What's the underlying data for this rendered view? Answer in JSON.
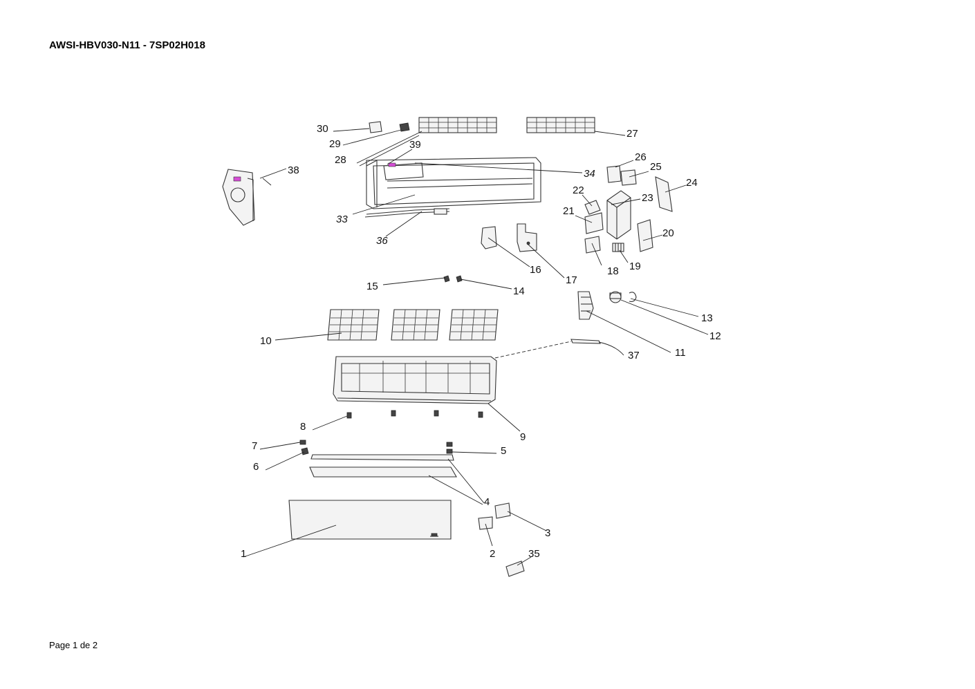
{
  "header": {
    "title": "AWSI-HBV030-N11 - 7SP02H018"
  },
  "footer": {
    "page_text": "Page 1 de 2"
  },
  "callouts": {
    "c1": "1",
    "c2": "2",
    "c3": "3",
    "c4": "4",
    "c5": "5",
    "c6": "6",
    "c7": "7",
    "c8": "8",
    "c9": "9",
    "c10": "10",
    "c11": "11",
    "c12": "12",
    "c13": "13",
    "c14": "14",
    "c15": "15",
    "c16": "16",
    "c17": "17",
    "c18": "18",
    "c19": "19",
    "c20": "20",
    "c21": "21",
    "c22": "22",
    "c23": "23",
    "c24": "24",
    "c25": "25",
    "c26": "26",
    "c27": "27",
    "c28": "28",
    "c29": "29",
    "c30": "30",
    "c33": "33",
    "c34": "34",
    "c35": "35",
    "c36": "36",
    "c37": "37",
    "c38": "38",
    "c39": "39"
  }
}
